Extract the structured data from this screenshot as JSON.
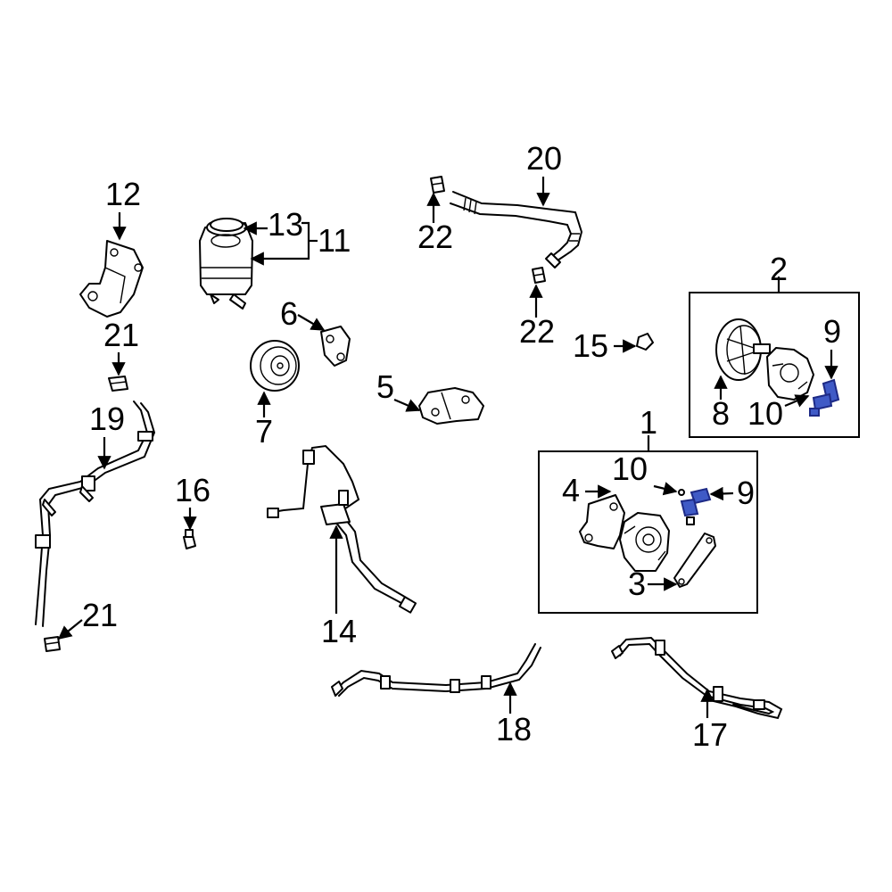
{
  "callouts": {
    "c1": "1",
    "c2": "2",
    "c3": "3",
    "c4": "4",
    "c5": "5",
    "c6": "6",
    "c7": "7",
    "c8": "8",
    "c9a": "9",
    "c9b": "9",
    "c10a": "10",
    "c10b": "10",
    "c11": "11",
    "c12": "12",
    "c13": "13",
    "c14": "14",
    "c15": "15",
    "c16": "16",
    "c17": "17",
    "c18": "18",
    "c19": "19",
    "c20": "20",
    "c21a": "21",
    "c21b": "21",
    "c22a": "22",
    "c22b": "22"
  },
  "colors": {
    "line": "#000000",
    "highlight": "#3f5ac6",
    "background": "#ffffff"
  }
}
